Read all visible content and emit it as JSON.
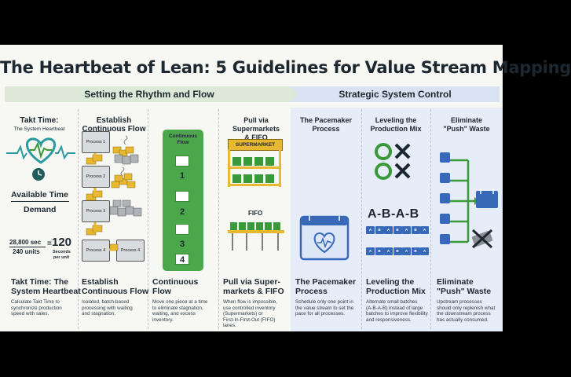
{
  "title": "The Heartbeat of Lean: 5 Guidelines for Value Stream Mapping",
  "bands": {
    "left": "Setting the Rhythm and Flow",
    "right": "Strategic System Control"
  },
  "takt": {
    "header": "Takt Time:",
    "subheader": "The System Heartbeat",
    "formula_top": "Available Time",
    "formula_bottom": "Demand",
    "calc_top": "28,800 sec",
    "calc_bottom": "240 units",
    "equals": "=",
    "result": "120",
    "result_unit_1": "Seconds",
    "result_unit_2": "per unit",
    "title_1": "Takt Time: The",
    "title_2": "System Heartbeat",
    "desc_1": "Calculate Takt Time to",
    "desc_2": "synchronize production",
    "desc_3": "speed with sales."
  },
  "establish": {
    "header": "Establish Continuous Flow",
    "p1": "Process 1",
    "p2": "Process 2",
    "p3": "Process 3",
    "p4": "Process 4",
    "p4b": "Process 4",
    "title_1": "Establish",
    "title_2": "Continuous Flow",
    "desc_1": "Isolated, batch-based",
    "desc_2": "processing with waiting",
    "desc_3": "and stagnation."
  },
  "continuous": {
    "header_1": "Continuous",
    "header_2": "Flow",
    "n1": "1",
    "n2": "2",
    "n3": "3",
    "n4": "4",
    "title_1": "Continuous",
    "title_2": "Flow",
    "desc_1": "Move one piece at a time",
    "desc_2": "to eliminate stagnation,",
    "desc_3": "waiting, and excess",
    "desc_4": "inventory."
  },
  "pull": {
    "header_1": "Pull via Supermarkets",
    "header_2": "& FIFO",
    "supermarket": "SUPERMARKET",
    "fifo": "FIFO",
    "title_1": "Pull via Super-",
    "title_2": "markets & FIFO",
    "desc_1": "When flow is impossible,",
    "desc_2": "use controlled inventory",
    "desc_3": "(Supermarkets) or",
    "desc_4": "First-In-First-Out (FIFO)",
    "desc_5": "lanes."
  },
  "pacemaker": {
    "header_1": "The Pacemaker",
    "header_2": "Process",
    "title_1": "The Pacemaker",
    "title_2": "Process",
    "desc_1": "Schedule only one point in",
    "desc_2": "the value stream to set the",
    "desc_3": "pace for all processes."
  },
  "leveling": {
    "header_1": "Leveling the",
    "header_2": "Production Mix",
    "pattern": "A-B-A-B",
    "row1": [
      "A",
      "B",
      "A",
      "B",
      "A",
      "B",
      "A"
    ],
    "row2": [
      "A",
      "B",
      "A",
      "B",
      "A",
      "B",
      "A"
    ],
    "title_1": "Leveling the",
    "title_2": "Production Mix",
    "desc_1": "Alternate small batches",
    "desc_2": "(A-B-A-B) instead of large",
    "desc_3": "batches to improve flexibility",
    "desc_4": "and responsiveness."
  },
  "push": {
    "header_1": "Eliminate",
    "header_2": "\"Push\" Waste",
    "title_1": "Eliminate",
    "title_2": "\"Push\" Waste",
    "desc_1": "Upstream processes",
    "desc_2": "should only replenish what",
    "desc_3": "the downstream process",
    "desc_4": "has actually consumed."
  },
  "colors": {
    "green": "#3a9a3a",
    "blue": "#3869b8",
    "teal": "#2a9aa0",
    "yellow": "#e8b830",
    "navy": "#1d2730"
  }
}
